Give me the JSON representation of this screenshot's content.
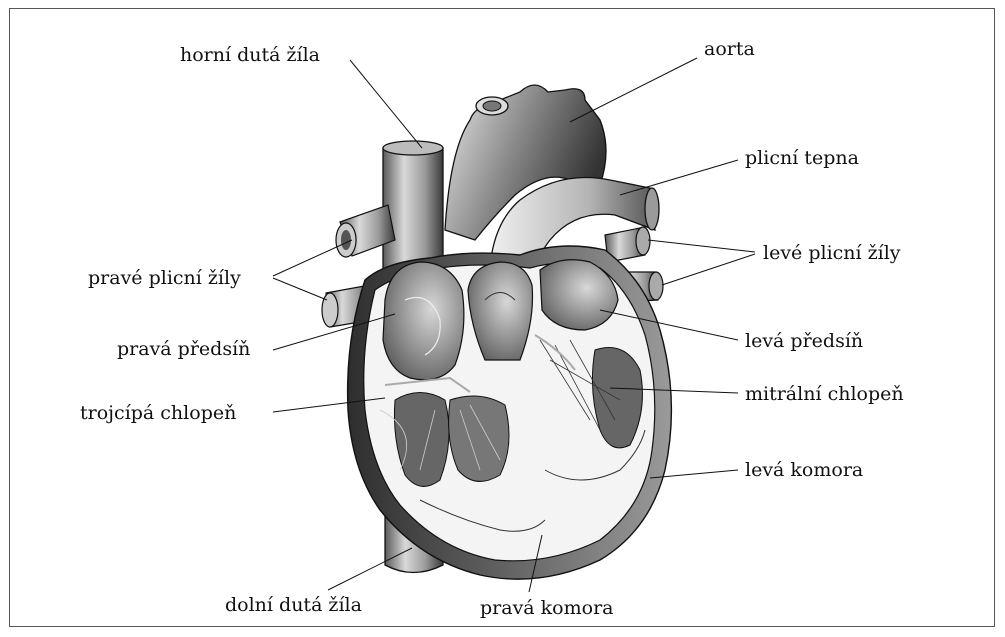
{
  "labels": {
    "superior_vena_cava": "horní dutá žíla",
    "aorta": "aorta",
    "pulmonary_artery": "plicní tepna",
    "left_pulmonary_veins": "levé plicní žíly",
    "right_pulmonary_veins": "pravé plicní žíly",
    "right_atrium": "pravá předsíň",
    "left_atrium": "levá předsíň",
    "mitral_valve": "mitrální chlopeň",
    "tricuspid_valve": "trojcípá chlopeň",
    "left_ventricle": "levá komora",
    "inferior_vena_cava": "dolní dutá žíla",
    "right_ventricle": "pravá komora"
  }
}
